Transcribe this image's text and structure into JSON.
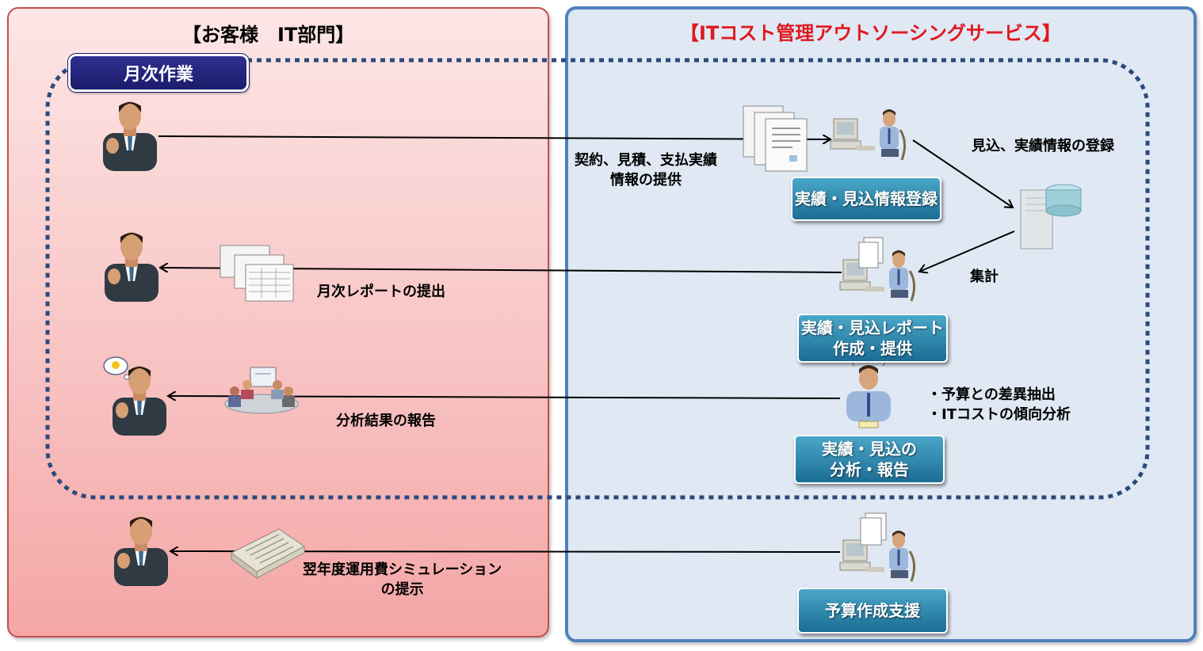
{
  "left_panel": {
    "title": "【お客様　IT部門】",
    "monthly_label": "月次作業"
  },
  "right_panel": {
    "title": "【ITコスト管理アウトソーシングサービス】"
  },
  "flows": {
    "contract_info": [
      "契約、見積、支払実績",
      "情報の提供"
    ],
    "register": "見込、実績情報の登録",
    "aggregate": "集計",
    "monthly_report": "月次レポートの提出",
    "analysis_report": "分析結果の報告",
    "analysis_points": [
      "・予算との差異抽出",
      "・ITコストの傾向分析"
    ],
    "simulation": [
      "翌年度運用費シミュレーション",
      "の提示"
    ]
  },
  "services": {
    "registration": "実績・見込情報登録",
    "report": [
      "実績・見込レポート",
      "作成・提供"
    ],
    "analysis": [
      "実績・見込の",
      "分析・報告"
    ],
    "budget": "予算作成支援"
  },
  "colors": {
    "left_border": "#c0504d",
    "right_border": "#4f81bd",
    "right_title": "#e0191f",
    "service_box": "#2a86ad",
    "dotted_line": "#2b4a7a"
  }
}
